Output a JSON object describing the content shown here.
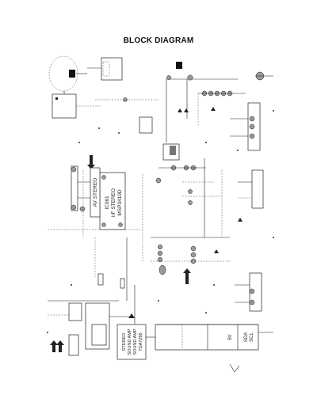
{
  "title": "BLOCK DIAGRAM",
  "chips": {
    "msp": {
      "line1": "IC061",
      "line2": "I/F STEREO",
      "line3": "MSP3410D",
      "line4": "AV STEREO"
    },
    "amp": {
      "line1": "STEREO",
      "line2": "SOUND AMP",
      "line3": "SOUND AMP",
      "line4": "TDA7266"
    }
  },
  "bus_labels": {
    "v5": "5V",
    "sda": "SDA",
    "scl": "SCL"
  }
}
